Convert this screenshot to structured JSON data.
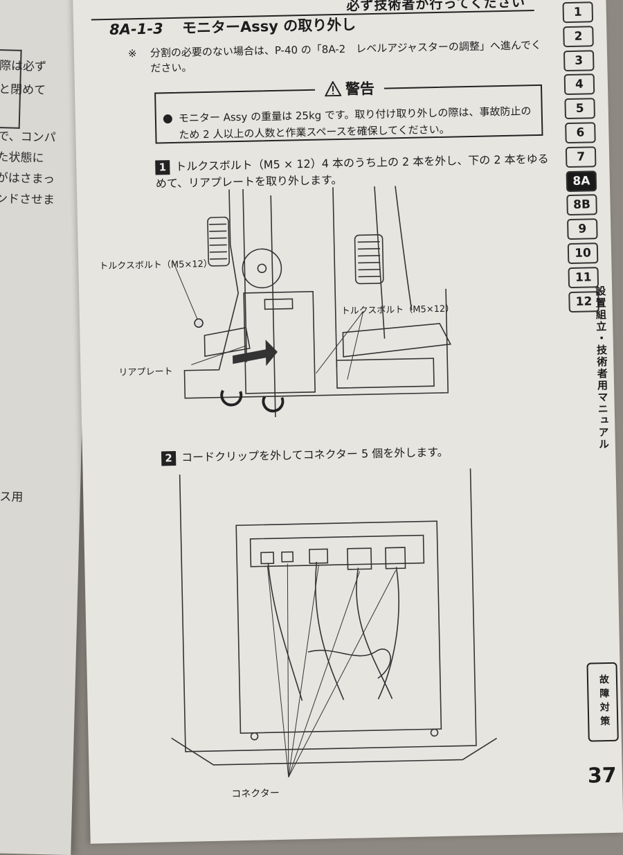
{
  "left_page": {
    "box_lines": [
      "際は必ず",
      "と閉めて"
    ],
    "lines": [
      "で、コンパ",
      "た状態に",
      "がはさまっ",
      "ンドさせま"
    ],
    "fragment": "ンス用"
  },
  "header": {
    "top_banner": "必ず技術者が行ってください",
    "section_number": "8A-1-3",
    "section_title": "モニターAssy の取り外し"
  },
  "note": {
    "mark": "※",
    "text": "分割の必要のない場合は、P-40 の「8A-2　レベルアジャスターの調整」へ進んでください。"
  },
  "warning": {
    "title": "警告",
    "text": "モニター Assy の重量は 25kg です。取り付け取り外しの際は、事故防止のため 2 人以上の人数と作業スペースを確保してください。"
  },
  "steps": [
    {
      "number": "1",
      "text": "トルクスボルト（M5 × 12）4 本のうち上の 2 本を外し、下の 2 本をゆるめて、リアプレートを取り外します。"
    },
    {
      "number": "2",
      "text": "コードクリップを外してコネクター 5 個を外します。"
    }
  ],
  "figure1": {
    "label_bolt_upper": "トルクスボルト（M5×12）",
    "label_bolt_lower": "トルクスボルト（M5×12）",
    "label_rear_plate": "リアプレート"
  },
  "figure2": {
    "label_connector": "コネクター"
  },
  "side_tabs": [
    "1",
    "2",
    "3",
    "4",
    "5",
    "6",
    "7",
    "8A",
    "8B",
    "9",
    "10",
    "11",
    "12"
  ],
  "active_tab": "8A",
  "side_label": "設置組立・技術者用マニュアル",
  "bottom_tab": "故障対策",
  "page_number": "37"
}
